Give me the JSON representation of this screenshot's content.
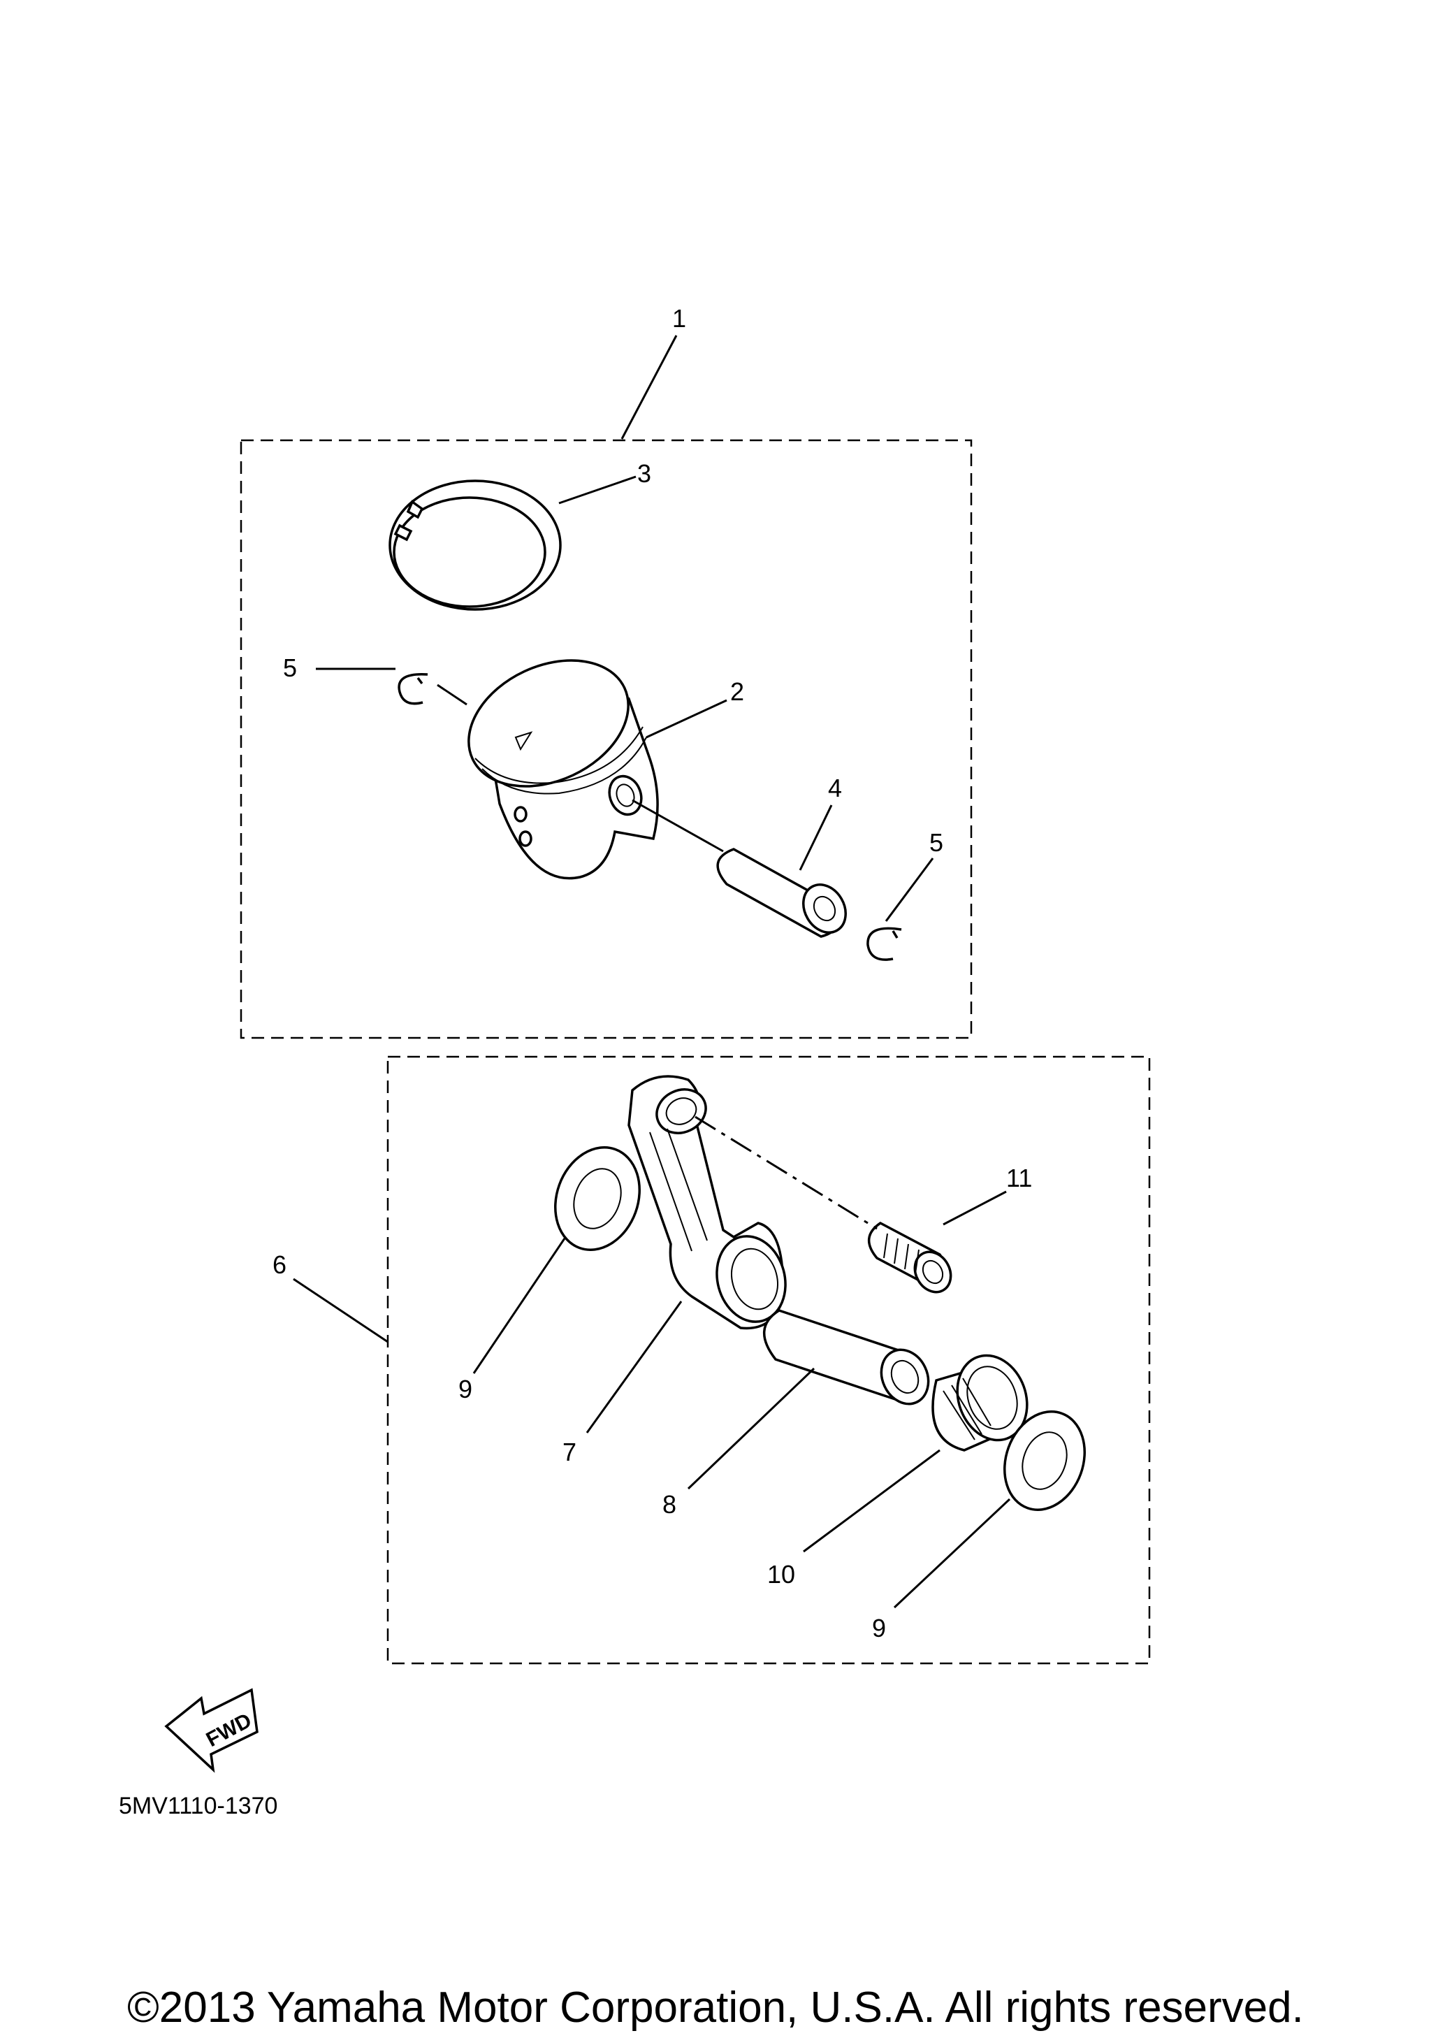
{
  "callouts": {
    "c1": "1",
    "c2": "2",
    "c3": "3",
    "c4": "4",
    "c5a": "5",
    "c5b": "5",
    "c6": "6",
    "c7": "7",
    "c8": "8",
    "c9a": "9",
    "c9b": "9",
    "c10": "10",
    "c11": "11"
  },
  "fwd_label": "FWD",
  "diagram_code": "5MV1110-1370",
  "copyright": "©2013 Yamaha Motor Corporation, U.S.A. All rights reserved.",
  "icons": {
    "forward_arrow": "fwd-arrow-icon"
  }
}
